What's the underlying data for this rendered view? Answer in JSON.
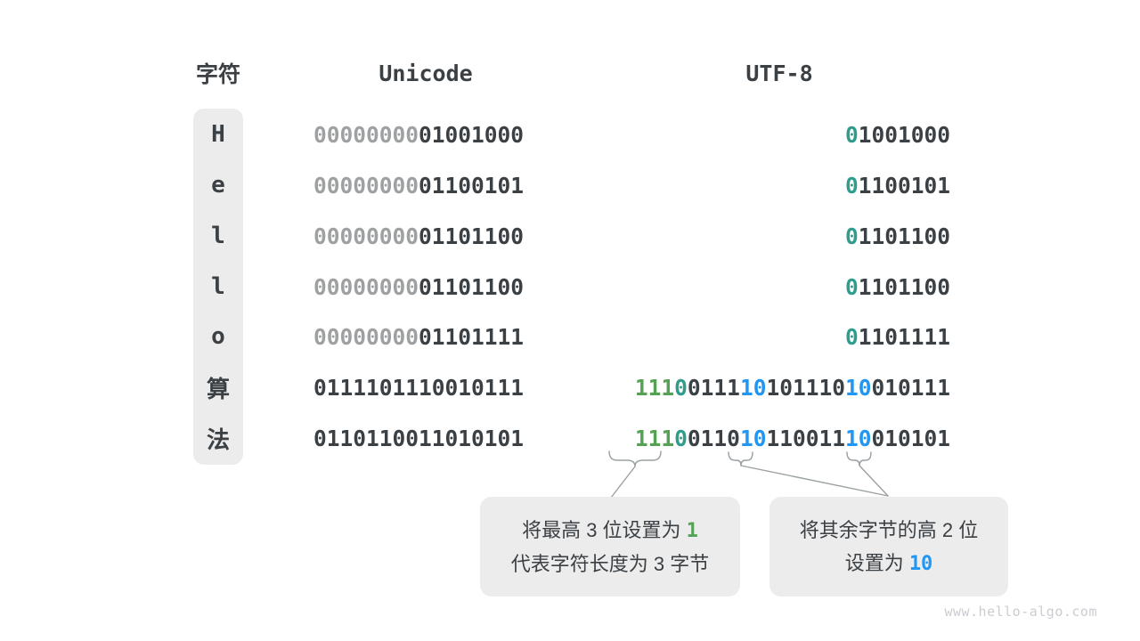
{
  "header": {
    "char": "字符",
    "unicode": "Unicode",
    "utf8": "UTF-8"
  },
  "colors": {
    "dark": "#3B4045",
    "muted": "#9EA0A2",
    "teal": "#2F9C8C",
    "green": "#55A254",
    "blue": "#2196F3",
    "panel": "#ECECEC",
    "line": "#9AA0A3",
    "watermark": "#C9CDD1"
  },
  "table": {
    "rows": [
      {
        "char": "H",
        "unicode": [
          [
            {
              "t": "00000000",
              "c": "muted"
            }
          ],
          [
            {
              "t": "01001000",
              "c": "dark"
            }
          ]
        ],
        "utf8": [
          [
            {
              "t": "0",
              "c": "teal"
            },
            {
              "t": "1001000",
              "c": "dark"
            }
          ]
        ]
      },
      {
        "char": "e",
        "unicode": [
          [
            {
              "t": "00000000",
              "c": "muted"
            }
          ],
          [
            {
              "t": "01100101",
              "c": "dark"
            }
          ]
        ],
        "utf8": [
          [
            {
              "t": "0",
              "c": "teal"
            },
            {
              "t": "1100101",
              "c": "dark"
            }
          ]
        ]
      },
      {
        "char": "l",
        "unicode": [
          [
            {
              "t": "00000000",
              "c": "muted"
            }
          ],
          [
            {
              "t": "01101100",
              "c": "dark"
            }
          ]
        ],
        "utf8": [
          [
            {
              "t": "0",
              "c": "teal"
            },
            {
              "t": "1101100",
              "c": "dark"
            }
          ]
        ]
      },
      {
        "char": "l",
        "unicode": [
          [
            {
              "t": "00000000",
              "c": "muted"
            }
          ],
          [
            {
              "t": "01101100",
              "c": "dark"
            }
          ]
        ],
        "utf8": [
          [
            {
              "t": "0",
              "c": "teal"
            },
            {
              "t": "1101100",
              "c": "dark"
            }
          ]
        ]
      },
      {
        "char": "o",
        "unicode": [
          [
            {
              "t": "00000000",
              "c": "muted"
            }
          ],
          [
            {
              "t": "01101111",
              "c": "dark"
            }
          ]
        ],
        "utf8": [
          [
            {
              "t": "0",
              "c": "teal"
            },
            {
              "t": "1101111",
              "c": "dark"
            }
          ]
        ]
      },
      {
        "char": "算",
        "unicode": [
          [
            {
              "t": "01111011",
              "c": "dark"
            }
          ],
          [
            {
              "t": "10010111",
              "c": "dark"
            }
          ]
        ],
        "utf8": [
          [
            {
              "t": "111",
              "c": "green"
            },
            {
              "t": "0",
              "c": "teal"
            },
            {
              "t": "0111",
              "c": "dark"
            }
          ],
          [
            {
              "t": "10",
              "c": "blue"
            },
            {
              "t": "101110",
              "c": "dark"
            }
          ],
          [
            {
              "t": "10",
              "c": "blue"
            },
            {
              "t": "010111",
              "c": "dark"
            }
          ]
        ]
      },
      {
        "char": "法",
        "unicode": [
          [
            {
              "t": "01101100",
              "c": "dark"
            }
          ],
          [
            {
              "t": "11010101",
              "c": "dark"
            }
          ]
        ],
        "utf8": [
          [
            {
              "t": "111",
              "c": "green"
            },
            {
              "t": "0",
              "c": "teal"
            },
            {
              "t": "0110",
              "c": "dark"
            }
          ],
          [
            {
              "t": "10",
              "c": "blue"
            },
            {
              "t": "110011",
              "c": "dark"
            }
          ],
          [
            {
              "t": "10",
              "c": "blue"
            },
            {
              "t": "010101",
              "c": "dark"
            }
          ]
        ]
      }
    ]
  },
  "callouts": {
    "left": {
      "lines": [
        [
          {
            "t": "将最高 3 位设置为 ",
            "c": "dark"
          },
          {
            "t": "1",
            "c": "green"
          }
        ],
        [
          {
            "t": "代表字符长度为 3 字节",
            "c": "dark"
          }
        ]
      ]
    },
    "right": {
      "lines": [
        [
          {
            "t": "将其余字节的高 2 位",
            "c": "dark"
          }
        ],
        [
          {
            "t": "设置为 ",
            "c": "dark"
          },
          {
            "t": "10",
            "c": "blue"
          }
        ]
      ]
    }
  },
  "watermark": "www.hello-algo.com"
}
